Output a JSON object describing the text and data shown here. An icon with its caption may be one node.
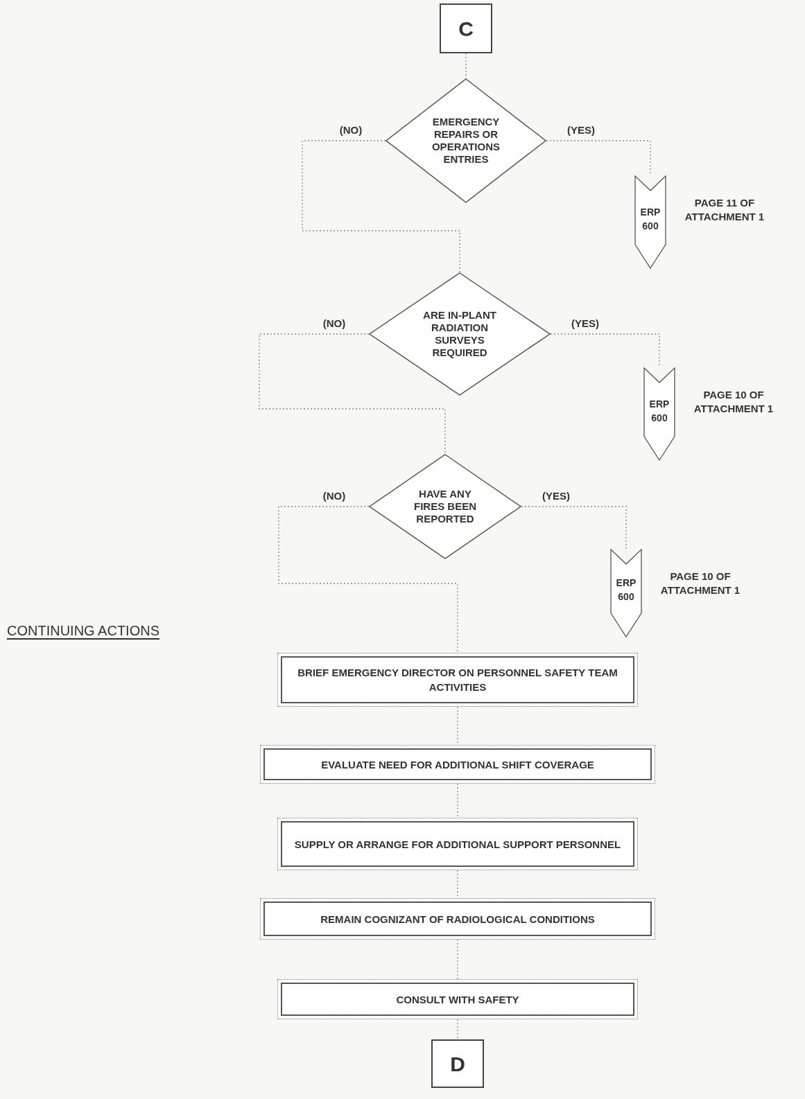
{
  "diagram": {
    "nodes": [
      {
        "text": [
          "C"
        ]
      },
      {
        "text": [
          "EMERGENCY REPAIRS OR OPERATIONS ENTRIES"
        ]
      },
      {
        "text": [
          "ERP 600"
        ],
        "beside": [
          "PAGE 11 OF ATTACHMENT 1"
        ]
      },
      {
        "text": [
          "ARE IN-PLANT RADIATION SURVEYS REQUIRED"
        ]
      },
      {
        "text": [
          "ERP 600"
        ],
        "beside": [
          "PAGE 10 OF ATTACHMENT 1"
        ]
      },
      {
        "text": [
          "HAVE ANY FIRES BEEN REPORTED"
        ]
      },
      {
        "text": [
          "ERP 600"
        ],
        "beside": [
          "PAGE 10 OF ATTACHMENT 1"
        ]
      },
      {
        "text": [
          "BRIEF EMERGENCY DIRECTOR ON PERSONNEL SAFETY TEAM ACTIVITIES"
        ]
      },
      {
        "text": [
          "EVALUATE NEED FOR ADDITIONAL SHIFT COVERAGE"
        ]
      },
      {
        "text": [
          "SUPPLY OR ARRANGE FOR ADDITIONAL SUPPORT PERSONNEL"
        ]
      },
      {
        "text": [
          "REMAIN COGNIZANT OF RADIOLOGICAL CONDITIONS"
        ]
      },
      {
        "text": [
          "CONSULT WITH SAFETY"
        ]
      },
      {
        "text": [
          "D"
        ]
      }
    ],
    "edges": [
      {
        "from": 0,
        "to": 1,
        "arrow": "none"
      },
      {
        "from": 1,
        "to": 2,
        "label": "(YES)",
        "arrow": "none"
      },
      {
        "from": 1,
        "to": 3,
        "label": "(NO)",
        "arrow": "none"
      },
      {
        "from": 3,
        "to": 4,
        "label": "(YES)",
        "arrow": "none"
      },
      {
        "from": 3,
        "to": 5,
        "label": "(NO)",
        "arrow": "none"
      },
      {
        "from": 5,
        "to": 6,
        "label": "(YES)",
        "arrow": "none"
      },
      {
        "from": 5,
        "to": 7,
        "label": "(NO)",
        "arrow": "none"
      },
      {
        "from": 7,
        "to": 8,
        "arrow": "none"
      },
      {
        "from": 8,
        "to": 9,
        "arrow": "none"
      },
      {
        "from": 9,
        "to": 10,
        "arrow": "none"
      },
      {
        "from": 10,
        "to": 11,
        "arrow": "none"
      },
      {
        "from": 11,
        "to": 12,
        "arrow": "none"
      }
    ],
    "labels": [
      "CONTINUING ACTIONS"
    ]
  }
}
